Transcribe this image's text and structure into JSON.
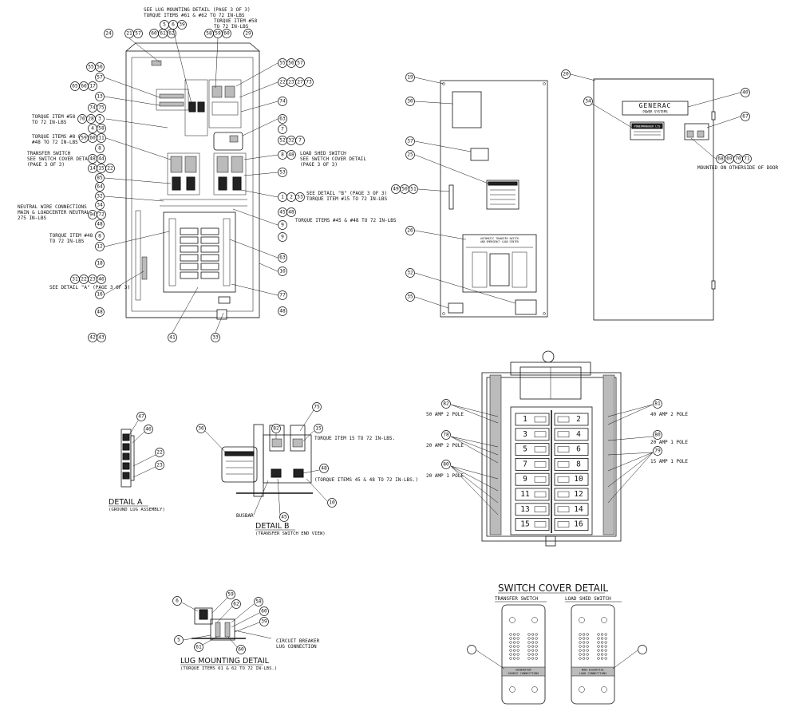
{
  "notes": {
    "lug_detail_line1": "SEE LUG MOUNTING DETAIL (PAGE 3 OF 3)",
    "lug_detail_line2": "TORQUE ITEMS #61 & #62 TO 72 IN-LBS",
    "torque58_line1": "TORQUE ITEM #58",
    "torque58_line2": "TO 72 IN-LBS",
    "torque58b_line1": "TORQUE ITEM #58",
    "torque58b_line2": "TO 72 IN-LBS",
    "torque8_48_line1": "TORQUE ITEMS #8 &",
    "torque8_48_line2": "#48 TO 72 IN-LBS",
    "transfer_switch_line1": "TRANSFER SWITCH",
    "transfer_switch_line2": "SEE SWITCH COVER DETAIL",
    "transfer_switch_line3": "(PAGE 3 OF 3)",
    "load_shed_line1": "LOAD SHED SWITCH",
    "load_shed_line2": "SEE SWITCH COVER DETAIL",
    "load_shed_line3": "(PAGE 3 OF 3)",
    "detail_b_ref_line1": "SEE DETAIL \"B\" (PAGE 3 OF 3)",
    "detail_b_ref_line2": "TORQUE ITEM #15 TO 72 IN-LBS",
    "neutral_line1": "NEUTRAL WIRE CONNECTIONS",
    "neutral_line2": "MAIN & LOADCENTER NEUTRAL -",
    "neutral_line3": "275 IN-LBS",
    "torque45_48": "TORQUE ITEMS #45 & #48 TO 72 IN-LBS",
    "torque48_line1": "TORQUE ITEM #48",
    "torque48_line2": "TO 72 IN-LBS",
    "detail_a_ref": "SEE DETAIL \"A\" (PAGE 3 OF 3)",
    "mounted_other_side": "MOUNTED ON OTHERSIDE OF DOOR",
    "torque15": "TORQUE ITEM 15 TO 72 IN-LBS.",
    "torque45_48_b": "(TORQUE ITEMS 45 & 48 TO 72 IN-LBS.)",
    "busbar": "BUSBAR",
    "cb_lug_line1": "CIRCUIT BREAKER",
    "cb_lug_line2": "LUG CONNECTION",
    "amp50_2pole": "50 AMP 2 POLE",
    "amp20_2pole": "20 AMP 2 POLE",
    "amp20_1pole_left": "20 AMP 1 POLE",
    "amp40_2pole": "40 AMP 2 POLE",
    "amp20_1pole_right": "20 AMP 1 POLE",
    "amp15_1pole": "15 AMP 1 POLE"
  },
  "titles": {
    "detail_a": "DETAIL A",
    "detail_a_sub": "(GROUND LUG ASSEMBLY)",
    "detail_b": "DETAIL B",
    "detail_b_sub": "(TRANSFER SWITCH END VIEW)",
    "lug_mounting": "LUG MOUNTING DETAIL",
    "lug_mounting_sub": "(TORQUE ITEMS 61 & 62 TO 72 IN-LBS.)",
    "switch_cover": "SWITCH COVER DETAIL",
    "switch_cover_transfer": "TRANSFER SWITCH",
    "switch_cover_loadshed": "LOAD SHED SWITCH"
  },
  "labels": {
    "generac": "GENERAC",
    "power_systems": "POWER SYSTEMS",
    "powermanager": "POWERMANAGER LTS",
    "ats_label_line1": "AUTOMATIC TRANSFER SWITCH",
    "ats_label_line2": "AND EMERGENCY LOAD CENTER",
    "generator_source_line1": "GENERATOR",
    "generator_source_line2": "SOURCE CONNECTIONS",
    "nonessential_line1": "NON-ESSENTIAL",
    "nonessential_line2": "LOAD CONNECTIONS"
  },
  "breaker_numbers": [
    "1",
    "2",
    "3",
    "4",
    "5",
    "6",
    "7",
    "8",
    "9",
    "10",
    "11",
    "12",
    "13",
    "14",
    "15",
    "16"
  ],
  "balloons": [
    "24",
    "21",
    "57",
    "5",
    "6",
    "39",
    "60",
    "61",
    "62",
    "58",
    "59",
    "60",
    "29",
    "55",
    "56",
    "57",
    "65",
    "66",
    "17",
    "13",
    "22",
    "23",
    "27",
    "73",
    "74",
    "75",
    "76",
    "28",
    "3",
    "4",
    "58",
    "59",
    "60",
    "11",
    "63",
    "7",
    "8",
    "48",
    "44",
    "52",
    "32",
    "7",
    "8",
    "48",
    "1",
    "2",
    "14",
    "15",
    "22",
    "53",
    "85",
    "64",
    "53",
    "20",
    "21",
    "33",
    "81",
    "19",
    "32",
    "34",
    "94",
    "72",
    "48",
    "45",
    "46",
    "12",
    "9",
    "63",
    "18",
    "16",
    "31",
    "22",
    "23",
    "46",
    "47",
    "77",
    "48",
    "48",
    "41",
    "49",
    "42",
    "43",
    "33",
    "19",
    "30",
    "37",
    "25",
    "49",
    "50",
    "51",
    "26",
    "32",
    "35",
    "20",
    "40",
    "34",
    "67",
    "68",
    "69",
    "70",
    "71",
    "47",
    "46",
    "22",
    "23",
    "36",
    "82",
    "15",
    "48",
    "10",
    "45",
    "82",
    "78",
    "80",
    "81",
    "80",
    "79",
    "6",
    "59",
    "62",
    "58",
    "60",
    "5",
    "59",
    "61",
    "60",
    "38",
    "39"
  ]
}
